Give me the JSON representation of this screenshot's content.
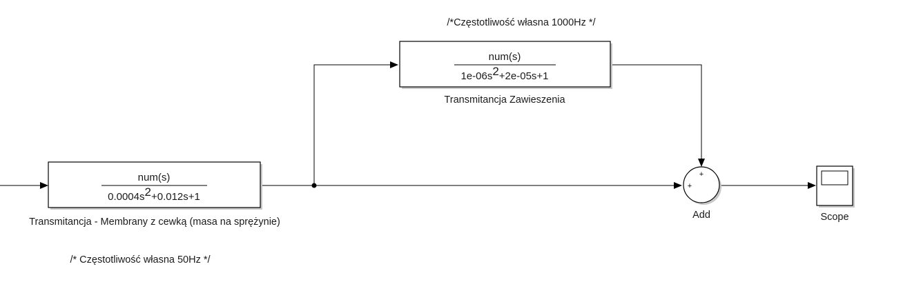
{
  "comments": {
    "top": "/*Częstotliwość własna 1000Hz */",
    "bottom": "/* Częstotliwość własna 50Hz */"
  },
  "blocks": {
    "tf_membrane": {
      "numerator": "num(s)",
      "denominator_prefix": "0.0004s",
      "denominator_exponent": "2",
      "denominator_suffix": "+0.012s+1",
      "label": "Transmitancja - Membrany z cewką (masa na sprężynie)"
    },
    "tf_suspension": {
      "numerator": "num(s)",
      "denominator_prefix": "1e-06s",
      "denominator_exponent": "2",
      "denominator_suffix": "+2e-05s+1",
      "label": "Transmitancja Zawieszenia"
    },
    "add": {
      "label": "Add",
      "sign_top": "+",
      "sign_left": "+"
    },
    "scope": {
      "label": "Scope"
    }
  }
}
